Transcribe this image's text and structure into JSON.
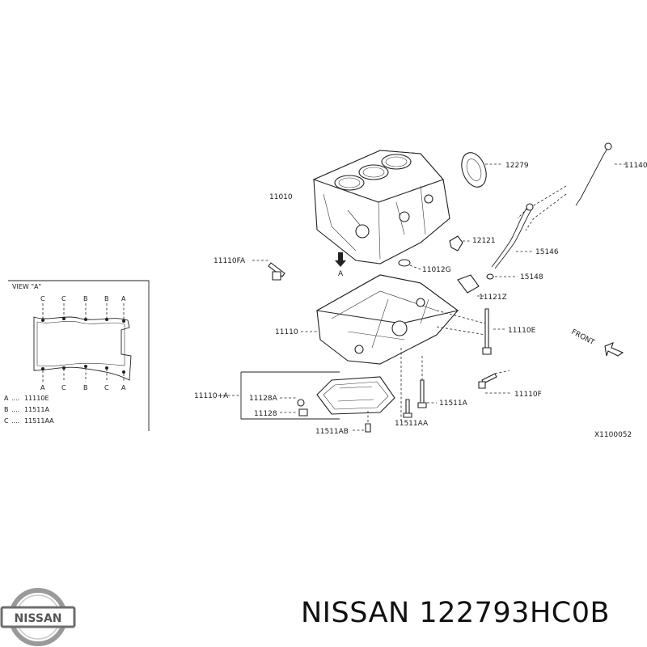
{
  "diagram": {
    "drawing_code": "X1100052",
    "front_label": "FRONT",
    "view_arrow_label": "A",
    "view_box": {
      "title": "VIEW \"A\"",
      "top_markers": [
        "C",
        "C",
        "B",
        "B",
        "A"
      ],
      "bottom_markers": [
        "A",
        "C",
        "B",
        "C",
        "A"
      ],
      "legend": [
        {
          "key": "A",
          "sep": "....",
          "part": "11110E"
        },
        {
          "key": "B",
          "sep": "....",
          "part": "11511A"
        },
        {
          "key": "C",
          "sep": "....",
          "part": "11511AA"
        }
      ]
    },
    "parts": {
      "p12279": "12279",
      "p11140": "11140",
      "p11010": "11010",
      "p12121": "12121",
      "p15146": "15146",
      "p11110FA": "11110FA",
      "p11012G": "11012G",
      "p15148": "15148",
      "p11121Z": "11121Z",
      "p11110": "11110",
      "p11110E": "11110E",
      "p11110A": "11110+A",
      "p11128A": "11128A",
      "p11128": "11128",
      "p11511A": "11511A",
      "p11511AA": "11511AA",
      "p11511AB": "11511AB",
      "p11110F": "11110F"
    }
  },
  "footer": {
    "brand_logo_text": "NISSAN",
    "part_number_text": "NISSAN 122793HC0B"
  },
  "colors": {
    "ink": "#222222",
    "logo_silver": "#9a9a9a",
    "logo_band": "#6e6e6e"
  }
}
